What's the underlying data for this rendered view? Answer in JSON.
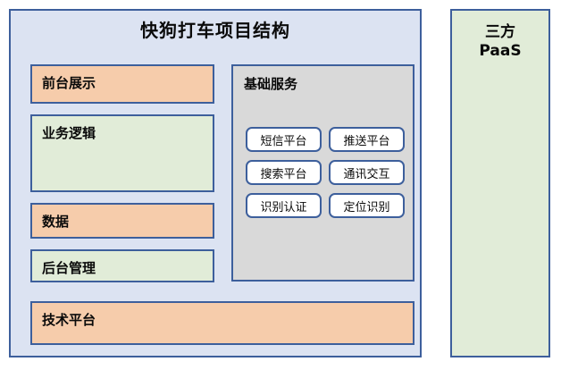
{
  "diagram": {
    "title": "快狗打车项目结构",
    "main_container_name": "project-structure-container",
    "colors": {
      "border_blue": "#3d5f9c",
      "container_fill": "#dce3f2",
      "orange_fill": "#f6ccab",
      "green_fill": "#e1ecd8",
      "grey_fill": "#d9d9d9",
      "chip_fill": "#ffffff",
      "text": "#0a0a0a"
    },
    "left_column": [
      {
        "label": "前台展示",
        "color": "orange"
      },
      {
        "label": "业务逻辑",
        "color": "green"
      },
      {
        "label": "数据",
        "color": "orange"
      },
      {
        "label": "后台管理",
        "color": "green"
      }
    ],
    "bottom_layer": {
      "label": "技术平台",
      "color": "orange"
    },
    "services_panel": {
      "title": "基础服务",
      "color": "grey",
      "chips": [
        "短信平台",
        "推送平台",
        "搜索平台",
        "通讯交互",
        "识别认证",
        "定位识别"
      ]
    },
    "paas_panel": {
      "line1": "三方",
      "line2": "PaaS",
      "color": "green"
    }
  }
}
